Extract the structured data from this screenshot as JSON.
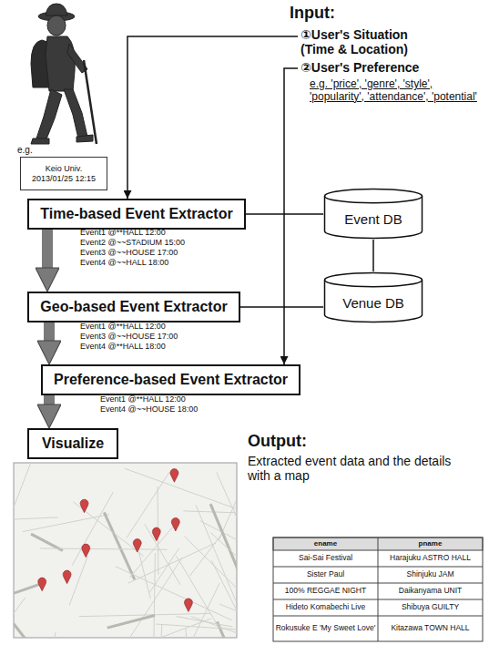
{
  "diagram": {
    "nodes": [
      {
        "text": [
          "e.g.",
          "Keio Univ. 2013/01/25 12:15"
        ]
      },
      {
        "text": [
          "Time-based Event Extractor"
        ]
      },
      {
        "text": [
          "Event DB"
        ]
      },
      {
        "text": [
          "Geo-based Event Extractor"
        ]
      },
      {
        "text": [
          "Venue DB"
        ]
      },
      {
        "text": [
          "Preference-based Event Extractor"
        ]
      },
      {
        "text": [
          "Visualize"
        ]
      }
    ],
    "edges": [
      {
        "from": 1,
        "to": 3,
        "arrow": "to"
      },
      {
        "from": 3,
        "to": 5,
        "arrow": "to"
      },
      {
        "from": 5,
        "to": 6,
        "arrow": "to"
      },
      {
        "from": 1,
        "to": 2,
        "arrow": "none"
      },
      {
        "from": 2,
        "to": 4,
        "arrow": "none"
      },
      {
        "from": 3,
        "to": 4,
        "arrow": "none"
      }
    ],
    "labels": [
      "Input:",
      "①User's Situation (Time & Location)",
      "②User's Preference",
      "e.g. 'price', 'genre', 'style', 'popularity', 'attendance', 'potential'",
      "Event1 @**HALL 12:00",
      "Event2 @~~STADIUM 15:00",
      "Event3 @~~HOUSE 17:00",
      "Event4 @~~HALL 18:00",
      "Event1 @**HALL 12:00",
      "Event3 @~~HOUSE 17:00",
      "Event4 @**HALL 18:00",
      "Event1 @**HALL 12:00",
      "Event4 @~~HOUSE 18:00",
      "Output:",
      "Extracted event data and the details with a map",
      "ename",
      "pname",
      "Sai-Sai Festival",
      "Harajuku ASTRO HALL",
      "Sister Paul",
      "Shinjuku JAM",
      "100% REGGAE NIGHT",
      "Daikanyama UNIT",
      "Hideto Komabechi Live",
      "Shibuya GUILTY",
      "Rokusuke E 'My Sweet Love'",
      "Kitazawa TOWN HALL"
    ]
  }
}
